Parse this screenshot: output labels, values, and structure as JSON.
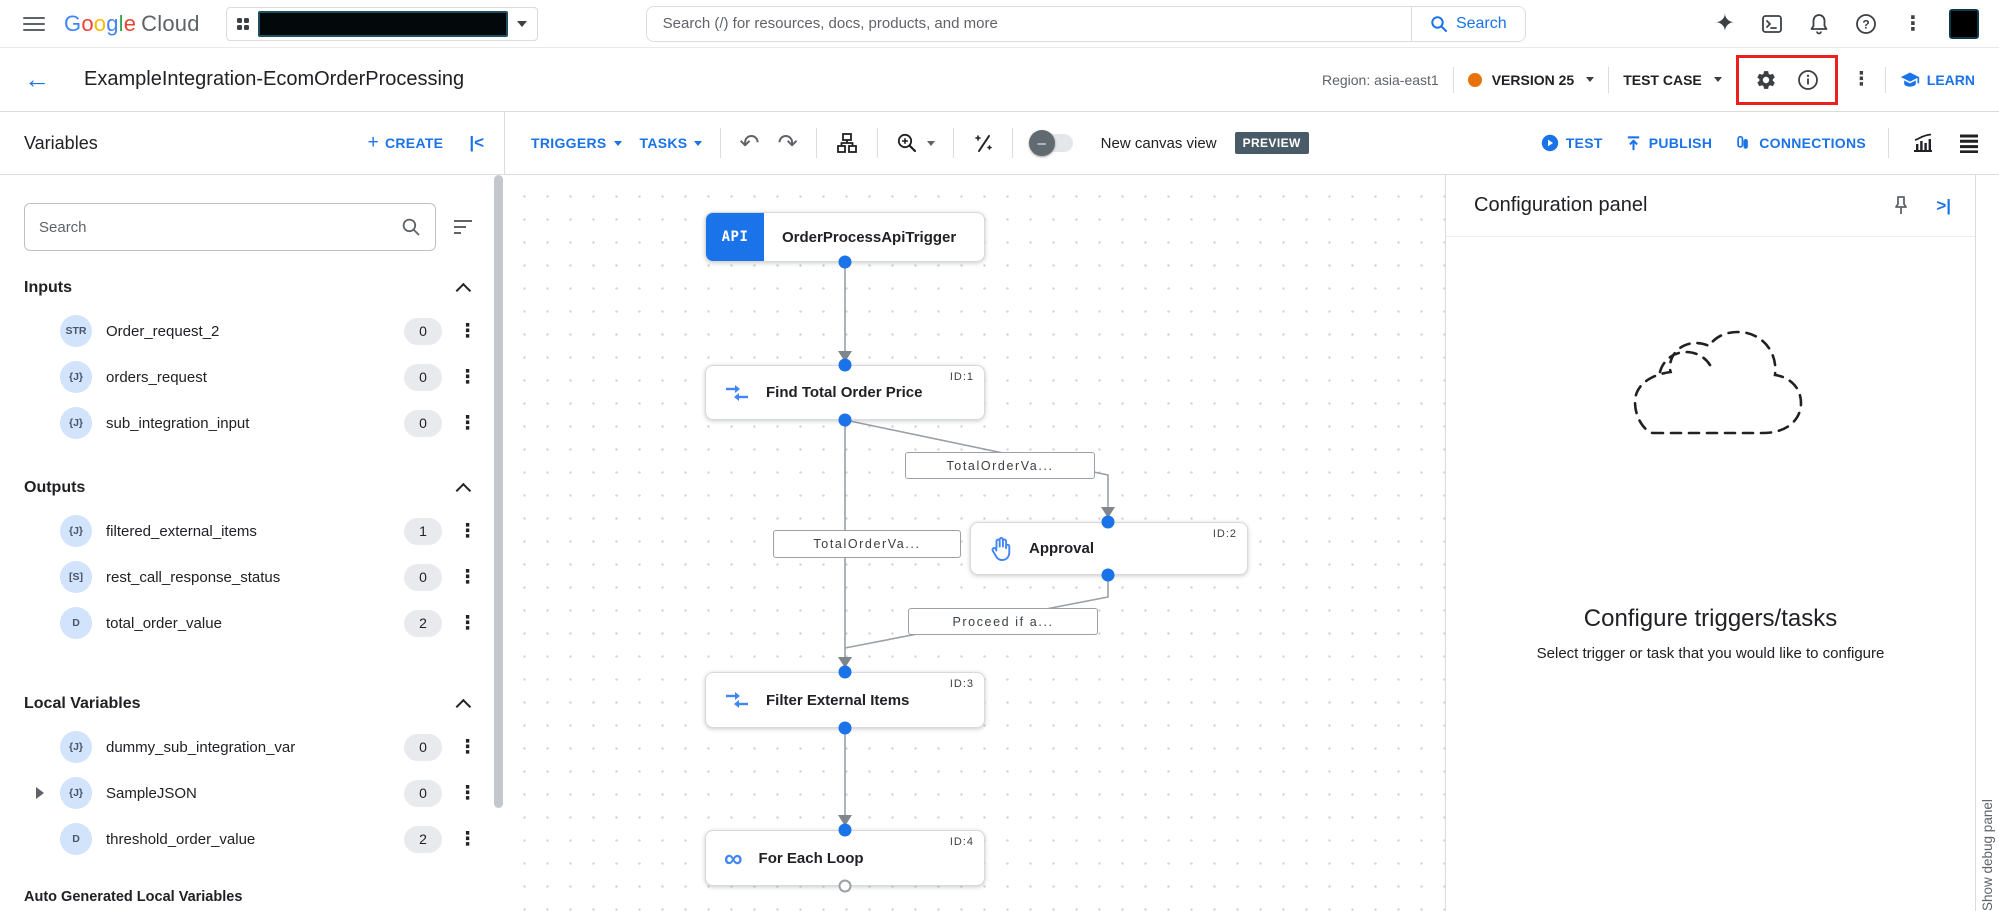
{
  "topbar": {
    "logo_google": "Google",
    "logo_cloud": "Cloud",
    "search_placeholder": "Search (/) for resources, docs, products, and more",
    "search_button": "Search"
  },
  "header": {
    "title": "ExampleIntegration-EcomOrderProcessing",
    "region": "Region: asia-east1",
    "version": "VERSION 25",
    "test_case": "TEST CASE",
    "learn": "LEARN"
  },
  "toolbar": {
    "variables_title": "Variables",
    "create": "CREATE",
    "triggers": "TRIGGERS",
    "tasks": "TASKS",
    "canvas_toggle_label": "New canvas view",
    "preview_badge": "PREVIEW",
    "test": "TEST",
    "publish": "PUBLISH",
    "connections": "CONNECTIONS"
  },
  "sidebar": {
    "search_placeholder": "Search",
    "sections": [
      {
        "title": "Inputs",
        "items": [
          {
            "type": "STR",
            "name": "Order_request_2",
            "count": "0"
          },
          {
            "type": "{J}",
            "name": "orders_request",
            "count": "0"
          },
          {
            "type": "{J}",
            "name": "sub_integration_input",
            "count": "0"
          }
        ]
      },
      {
        "title": "Outputs",
        "items": [
          {
            "type": "{J}",
            "name": "filtered_external_items",
            "count": "1"
          },
          {
            "type": "[S]",
            "name": "rest_call_response_status",
            "count": "0"
          },
          {
            "type": "D",
            "name": "total_order_value",
            "count": "2"
          }
        ]
      },
      {
        "title": "Local Variables",
        "items": [
          {
            "type": "{J}",
            "name": "dummy_sub_integration_var",
            "count": "0"
          },
          {
            "type": "{J}",
            "name": "SampleJSON",
            "count": "0"
          },
          {
            "type": "D",
            "name": "threshold_order_value",
            "count": "2"
          }
        ]
      }
    ],
    "auto_generated_title": "Auto Generated Local Variables"
  },
  "canvas": {
    "nodes": [
      {
        "id": "",
        "title": "OrderProcessApiTrigger",
        "badge": "API"
      },
      {
        "id": "ID:1",
        "title": "Find Total Order Price"
      },
      {
        "id": "ID:2",
        "title": "Approval"
      },
      {
        "id": "ID:3",
        "title": "Filter External Items"
      },
      {
        "id": "ID:4",
        "title": "For Each Loop"
      }
    ],
    "edge_labels": [
      "TotalOrderVa...",
      "TotalOrderVa...",
      "Proceed if a..."
    ]
  },
  "config_panel": {
    "title": "Configuration panel",
    "empty_title": "Configure triggers/tasks",
    "empty_subtitle": "Select trigger or task that you would like to configure"
  },
  "debug_strip": {
    "label": "Show debug panel"
  },
  "colors": {
    "accent": "#1a73e8",
    "version_dot": "#e8710a",
    "highlight_box": "#ea1f1f",
    "preview_badge_bg": "#4a5b68"
  }
}
